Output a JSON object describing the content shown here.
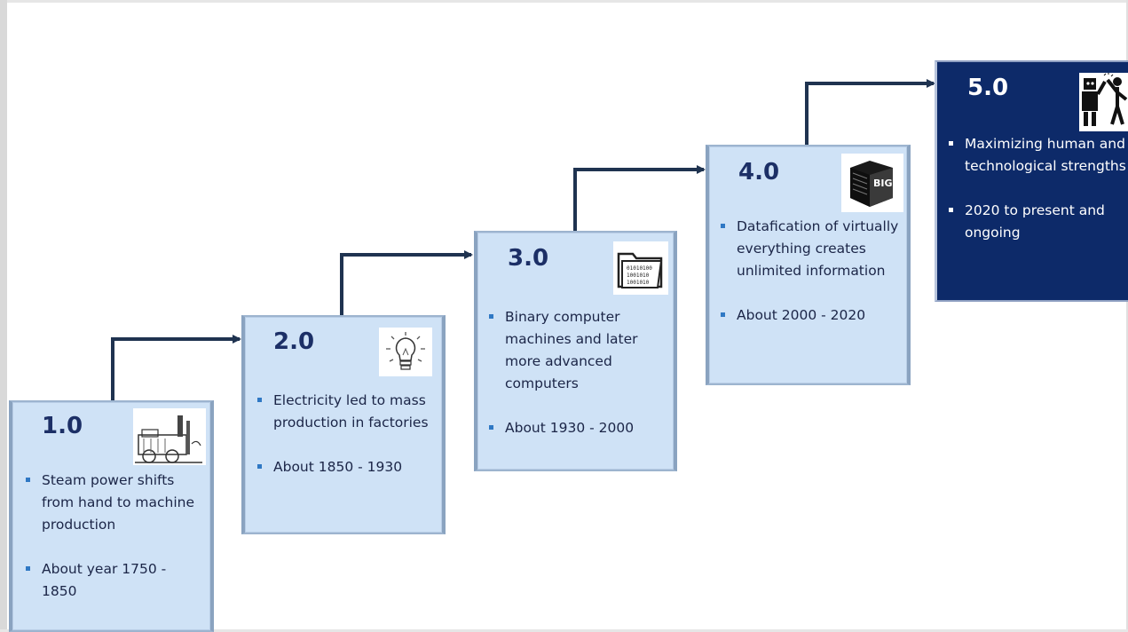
{
  "stages": [
    {
      "title": "1.0",
      "icon": "steam-engine-icon",
      "bullets": [
        "Steam power shifts from hand to machine production",
        "About year 1750 - 1850"
      ]
    },
    {
      "title": "2.0",
      "icon": "light-bulb-icon",
      "bullets": [
        "Electricity led to mass production in factories",
        "About 1850 - 1930"
      ]
    },
    {
      "title": "3.0",
      "icon": "binary-folder-icon",
      "bullets": [
        "Binary computer machines and later more advanced computers",
        "About 1930 - 2000"
      ]
    },
    {
      "title": "4.0",
      "icon": "big-data-cube-icon",
      "icon_text": "BIG DATA",
      "bullets": [
        "Datafication of virtually everything creates unlimited information",
        "About 2000 - 2020"
      ]
    },
    {
      "title": "5.0",
      "icon": "robot-human-high-five-icon",
      "bullets": [
        "Maximizing human and technological strengths",
        "2020 to present and ongoing"
      ]
    }
  ],
  "colors": {
    "box_fill": "#cfe2f6",
    "box_border": "#8aa3c0",
    "dark_box_fill": "#0d2a69",
    "title_text": "#1c2f66",
    "connector": "#1f3350",
    "bullet_marker": "#2f78c4"
  }
}
